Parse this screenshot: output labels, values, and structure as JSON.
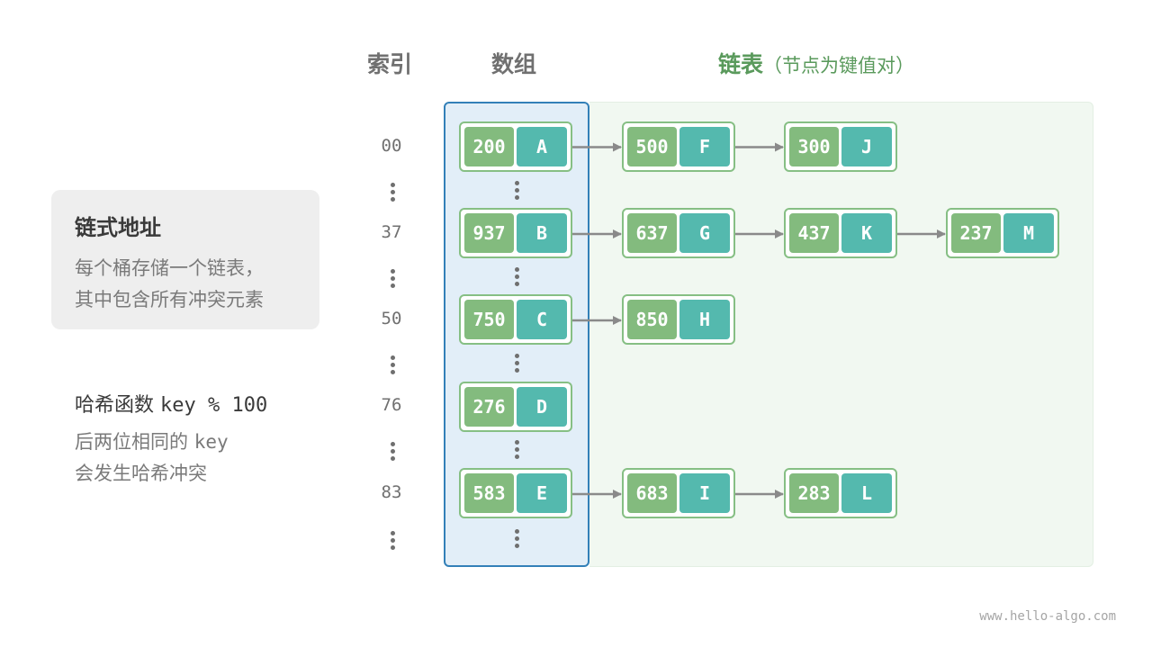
{
  "headers": {
    "index": "索引",
    "array": "数组",
    "list": "链表",
    "list_note": "（节点为键值对）"
  },
  "info_box": {
    "title": "链式地址",
    "line1": "每个桶存储一个链表，",
    "line2": "其中包含所有冲突元素"
  },
  "hash_info": {
    "title_prefix": "哈希函数 ",
    "formula": "key % 100",
    "line1_prefix": "后两位相同的 ",
    "line1_key": "key",
    "line2": "会发生哈希冲突"
  },
  "buckets": [
    {
      "index": "00",
      "nodes": [
        {
          "key": "200",
          "value": "A"
        },
        {
          "key": "500",
          "value": "F"
        },
        {
          "key": "300",
          "value": "J"
        }
      ]
    },
    {
      "index": "37",
      "nodes": [
        {
          "key": "937",
          "value": "B"
        },
        {
          "key": "637",
          "value": "G"
        },
        {
          "key": "437",
          "value": "K"
        },
        {
          "key": "237",
          "value": "M"
        }
      ]
    },
    {
      "index": "50",
      "nodes": [
        {
          "key": "750",
          "value": "C"
        },
        {
          "key": "850",
          "value": "H"
        }
      ]
    },
    {
      "index": "76",
      "nodes": [
        {
          "key": "276",
          "value": "D"
        }
      ]
    },
    {
      "index": "83",
      "nodes": [
        {
          "key": "583",
          "value": "E"
        },
        {
          "key": "683",
          "value": "I"
        },
        {
          "key": "283",
          "value": "L"
        }
      ]
    }
  ],
  "watermark": "www.hello-algo.com",
  "colors": {
    "key_fill": "#83bb7e",
    "value_fill": "#54b9ae",
    "node_border": "#86bf84",
    "array_border": "#3380b8",
    "array_fill": "#e2eef8",
    "list_fill": "#f1f8f1",
    "list_title": "#5a9a5c",
    "arrow": "#8a8a8a"
  }
}
